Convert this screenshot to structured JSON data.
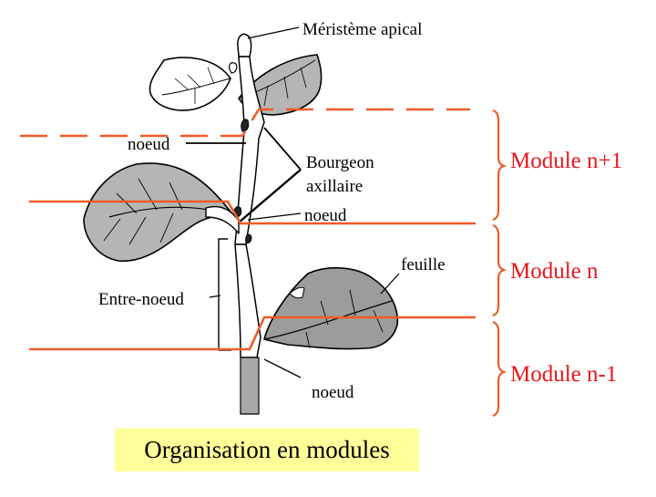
{
  "labels": {
    "apical_meristem": "Méristème apical",
    "node_top": "noeud",
    "axillary_bud_line1": "Bourgeon",
    "axillary_bud_line2": "axillaire",
    "node_middle": "noeud",
    "leaf": "feuille",
    "internode": "Entre-noeud",
    "node_bottom": "noeud"
  },
  "modules": [
    {
      "label": "Module n+1"
    },
    {
      "label": "Module n"
    },
    {
      "label": "Module n-1"
    }
  ],
  "caption": "Organisation en modules",
  "colors": {
    "module_line": "#f05a28",
    "module_text": "#e8161b",
    "caption_bg": "#ffff99",
    "foliage": "#b5b5b5",
    "outline": "#000000"
  }
}
